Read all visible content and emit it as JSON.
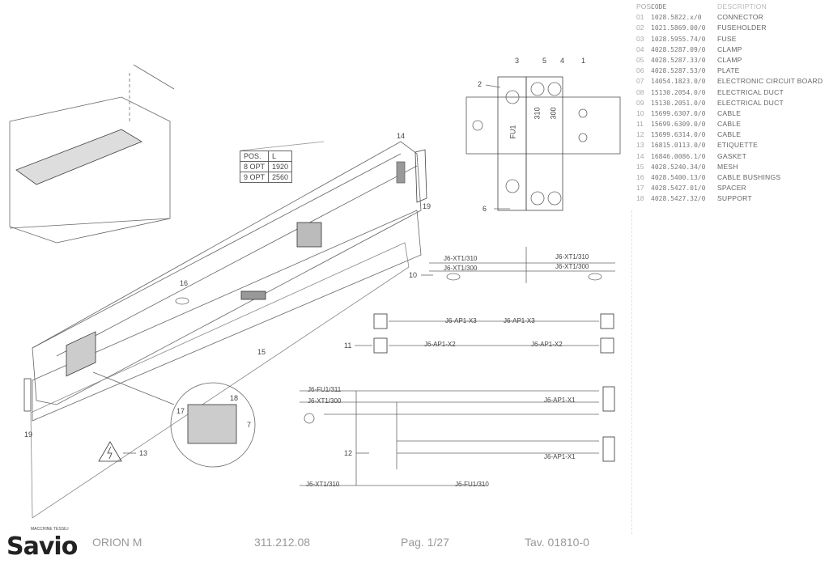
{
  "parts_list": {
    "header": {
      "pos": "POS.",
      "code": "CODE",
      "description": "DESCRIPTION"
    },
    "rows": [
      {
        "pos": "01",
        "code": "1028.5822.x/0",
        "description": "CONNECTOR"
      },
      {
        "pos": "02",
        "code": "1021.5869.00/0",
        "description": "FUSEHOLDER"
      },
      {
        "pos": "03",
        "code": "1028.5955.74/0",
        "description": "FUSE"
      },
      {
        "pos": "04",
        "code": "4028.5287.09/0",
        "description": "CLAMP"
      },
      {
        "pos": "05",
        "code": "4028.5287.33/0",
        "description": "CLAMP"
      },
      {
        "pos": "06",
        "code": "4028.5287.53/0",
        "description": "PLATE"
      },
      {
        "pos": "07",
        "code": "14054.1823.0/0",
        "description": "ELECTRONIC CIRCUIT BOARD"
      },
      {
        "pos": "08",
        "code": "15130.2054.0/0",
        "description": "ELECTRICAL DUCT"
      },
      {
        "pos": "09",
        "code": "15130.2051.0/0",
        "description": "ELECTRICAL DUCT"
      },
      {
        "pos": "10",
        "code": "15699.6307.0/0",
        "description": "CABLE"
      },
      {
        "pos": "11",
        "code": "15699.6309.0/0",
        "description": "CABLE"
      },
      {
        "pos": "12",
        "code": "15699.6314.0/0",
        "description": "CABLE"
      },
      {
        "pos": "13",
        "code": "16815.0113.0/0",
        "description": "ETIQUETTE"
      },
      {
        "pos": "14",
        "code": "16846.0086.1/0",
        "description": "GASKET"
      },
      {
        "pos": "15",
        "code": "4028.5240.34/0",
        "description": "MESH"
      },
      {
        "pos": "16",
        "code": "4028.5400.13/0",
        "description": "CABLE BUSHINGS"
      },
      {
        "pos": "17",
        "code": "4028.5427.01/0",
        "description": "SPACER"
      },
      {
        "pos": "18",
        "code": "4028.5427.32/0",
        "description": "SUPPORT"
      }
    ]
  },
  "pos_table": {
    "headers": [
      "POS.",
      "L"
    ],
    "rows": [
      [
        "8 OPT",
        "1920"
      ],
      [
        "9 OPT",
        "2560"
      ]
    ]
  },
  "callouts": {
    "c1": "1",
    "c2": "2",
    "c3": "3",
    "c4": "4",
    "c5": "5",
    "c6": "6",
    "c7": "7",
    "c10": "10",
    "c11": "11",
    "c12": "12",
    "c13": "13",
    "c14": "14",
    "c15": "15",
    "c16": "16",
    "c17": "17",
    "c18": "18",
    "c19a": "19",
    "c19b": "19"
  },
  "fuse_block": {
    "fuse": "FU1",
    "t1": "310",
    "t2": "300"
  },
  "cable_labels": {
    "c10_a": "J6-XT1/310",
    "c10_b": "J6-XT1/300",
    "c10_c": "J6-XT1/310",
    "c10_d": "J6-XT1/300",
    "c11_a": "J6-AP1-X3",
    "c11_b": "J6-AP1-X3",
    "c11_c": "J6-AP1-X2",
    "c11_d": "J6-AP1-X2",
    "c12_a": "J6-FU1/311",
    "c12_b": "J6-XT1/300",
    "c12_c": "J6-AP1-X1",
    "c12_d": "J6-AP1-X1",
    "c12_e": "J6-XT1/310",
    "c12_f": "J6-FU1/310"
  },
  "footer": {
    "brand": "Savio",
    "brand_sub": "MACCHINE TESSILI",
    "model": "ORION M",
    "code": "311.212.08",
    "page": "Pag. 1/27",
    "table": "Tav. 01810-0"
  }
}
